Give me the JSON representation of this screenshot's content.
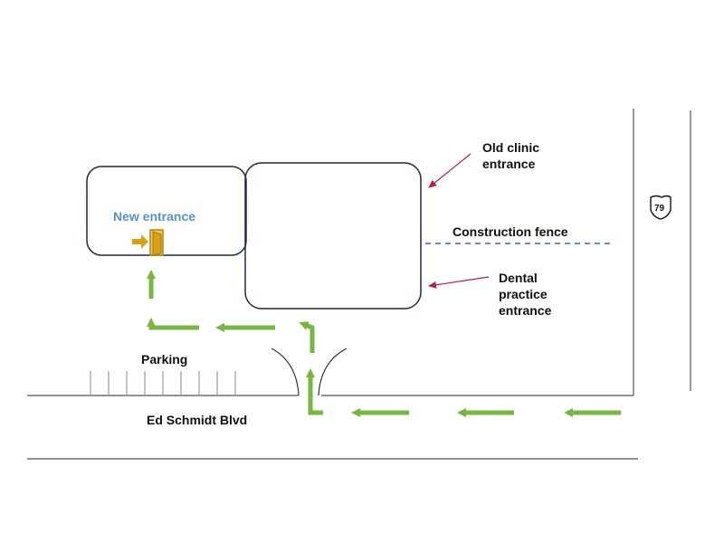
{
  "labels": {
    "new_entrance": "New entrance",
    "old_clinic_line1": "Old clinic",
    "old_clinic_line2": "entrance",
    "construction_fence": "Construction fence",
    "dental_line1": "Dental",
    "dental_line2": "practice",
    "dental_line3": "entrance",
    "parking": "Parking",
    "street": "Ed Schmidt Blvd",
    "highway_number": "79"
  },
  "colors": {
    "route_green": "#78b543",
    "building_outline": "#1f2a44",
    "pointer_red": "#b22234",
    "fence_blue": "#3c68b1",
    "door_gold": "#d7a11c",
    "new_entrance_text": "#5b8fc7"
  },
  "icons": {
    "door": "door-enter-icon",
    "highway_shield": "highway-shield-icon"
  }
}
